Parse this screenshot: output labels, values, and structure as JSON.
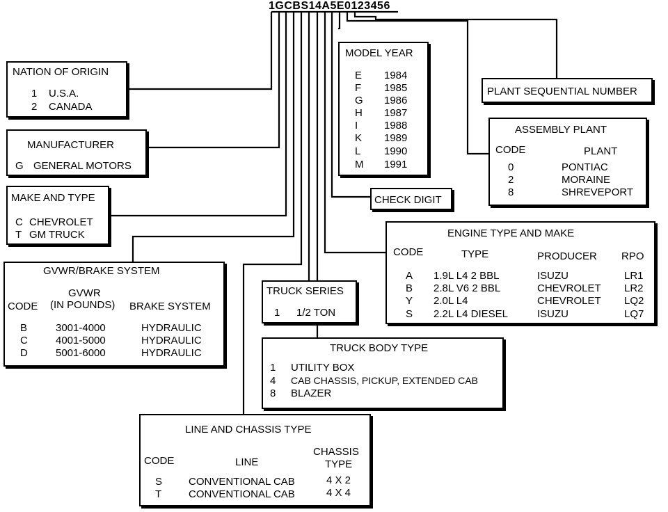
{
  "vin": "1GCBS14A5E0123456",
  "nation": {
    "title": "NATION OF ORIGIN",
    "items": [
      {
        "code": "1",
        "value": "U.S.A."
      },
      {
        "code": "2",
        "value": "CANADA"
      }
    ]
  },
  "manufacturer": {
    "title": "MANUFACTURER",
    "items": [
      {
        "code": "G",
        "value": "GENERAL MOTORS"
      }
    ]
  },
  "make_type": {
    "title": "MAKE AND TYPE",
    "items": [
      {
        "code": "C",
        "value": "CHEVROLET"
      },
      {
        "code": "T",
        "value": "GM TRUCK"
      }
    ]
  },
  "gvwr": {
    "title": "GVWR/BRAKE SYSTEM",
    "col_code": "CODE",
    "col_gvwr_1": "GVWR",
    "col_gvwr_2": "(IN POUNDS)",
    "col_brake": "BRAKE SYSTEM",
    "rows": [
      {
        "code": "B",
        "gvwr": "3001-4000",
        "brake": "HYDRAULIC"
      },
      {
        "code": "C",
        "gvwr": "4001-5000",
        "brake": "HYDRAULIC"
      },
      {
        "code": "D",
        "gvwr": "5001-6000",
        "brake": "HYDRAULIC"
      }
    ]
  },
  "model_year": {
    "title": "MODEL YEAR",
    "rows": [
      {
        "code": "E",
        "year": "1984"
      },
      {
        "code": "F",
        "year": "1985"
      },
      {
        "code": "G",
        "year": "1986"
      },
      {
        "code": "H",
        "year": "1987"
      },
      {
        "code": "I",
        "year": "1988"
      },
      {
        "code": "K",
        "year": "1989"
      },
      {
        "code": "L",
        "year": "1990"
      },
      {
        "code": "M",
        "year": "1991"
      }
    ]
  },
  "plant_seq": {
    "title": "PLANT SEQUENTIAL NUMBER"
  },
  "assembly_plant": {
    "title": "ASSEMBLY PLANT",
    "col_code": "CODE",
    "col_plant": "PLANT",
    "rows": [
      {
        "code": "0",
        "plant": "PONTIAC"
      },
      {
        "code": "2",
        "plant": "MORAINE"
      },
      {
        "code": "8",
        "plant": "SHREVEPORT"
      }
    ]
  },
  "check_digit": {
    "title": "CHECK DIGIT"
  },
  "engine": {
    "title": "ENGINE TYPE AND MAKE",
    "col_code": "CODE",
    "col_type": "TYPE",
    "col_producer": "PRODUCER",
    "col_rpo": "RPO",
    "rows": [
      {
        "code": "A",
        "type": "1.9L L4 2 BBL",
        "producer": "ISUZU",
        "rpo": "LR1"
      },
      {
        "code": "B",
        "type": "2.8L V6 2 BBL",
        "producer": "CHEVROLET",
        "rpo": "LR2"
      },
      {
        "code": "Y",
        "type": "2.0L L4",
        "producer": "CHEVROLET",
        "rpo": "LQ2"
      },
      {
        "code": "S",
        "type": "2.2L L4 DIESEL",
        "producer": "ISUZU",
        "rpo": "LQ7"
      }
    ]
  },
  "truck_series": {
    "title": "TRUCK SERIES",
    "items": [
      {
        "code": "1",
        "value": "1/2 TON"
      }
    ]
  },
  "body_type": {
    "title": "TRUCK BODY TYPE",
    "items": [
      {
        "code": "1",
        "value": "UTILITY BOX"
      },
      {
        "code": "4",
        "value": "CAB CHASSIS, PICKUP, EXTENDED CAB"
      },
      {
        "code": "8",
        "value": "BLAZER"
      }
    ]
  },
  "line_chassis": {
    "title": "LINE AND CHASSIS TYPE",
    "col_code": "CODE",
    "col_line": "LINE",
    "col_chassis_1": "CHASSIS",
    "col_chassis_2": "TYPE",
    "rows": [
      {
        "code": "S",
        "line": "CONVENTIONAL CAB",
        "chassis": "4 X 2"
      },
      {
        "code": "T",
        "line": "CONVENTIONAL CAB",
        "chassis": "4 X 4"
      }
    ]
  }
}
